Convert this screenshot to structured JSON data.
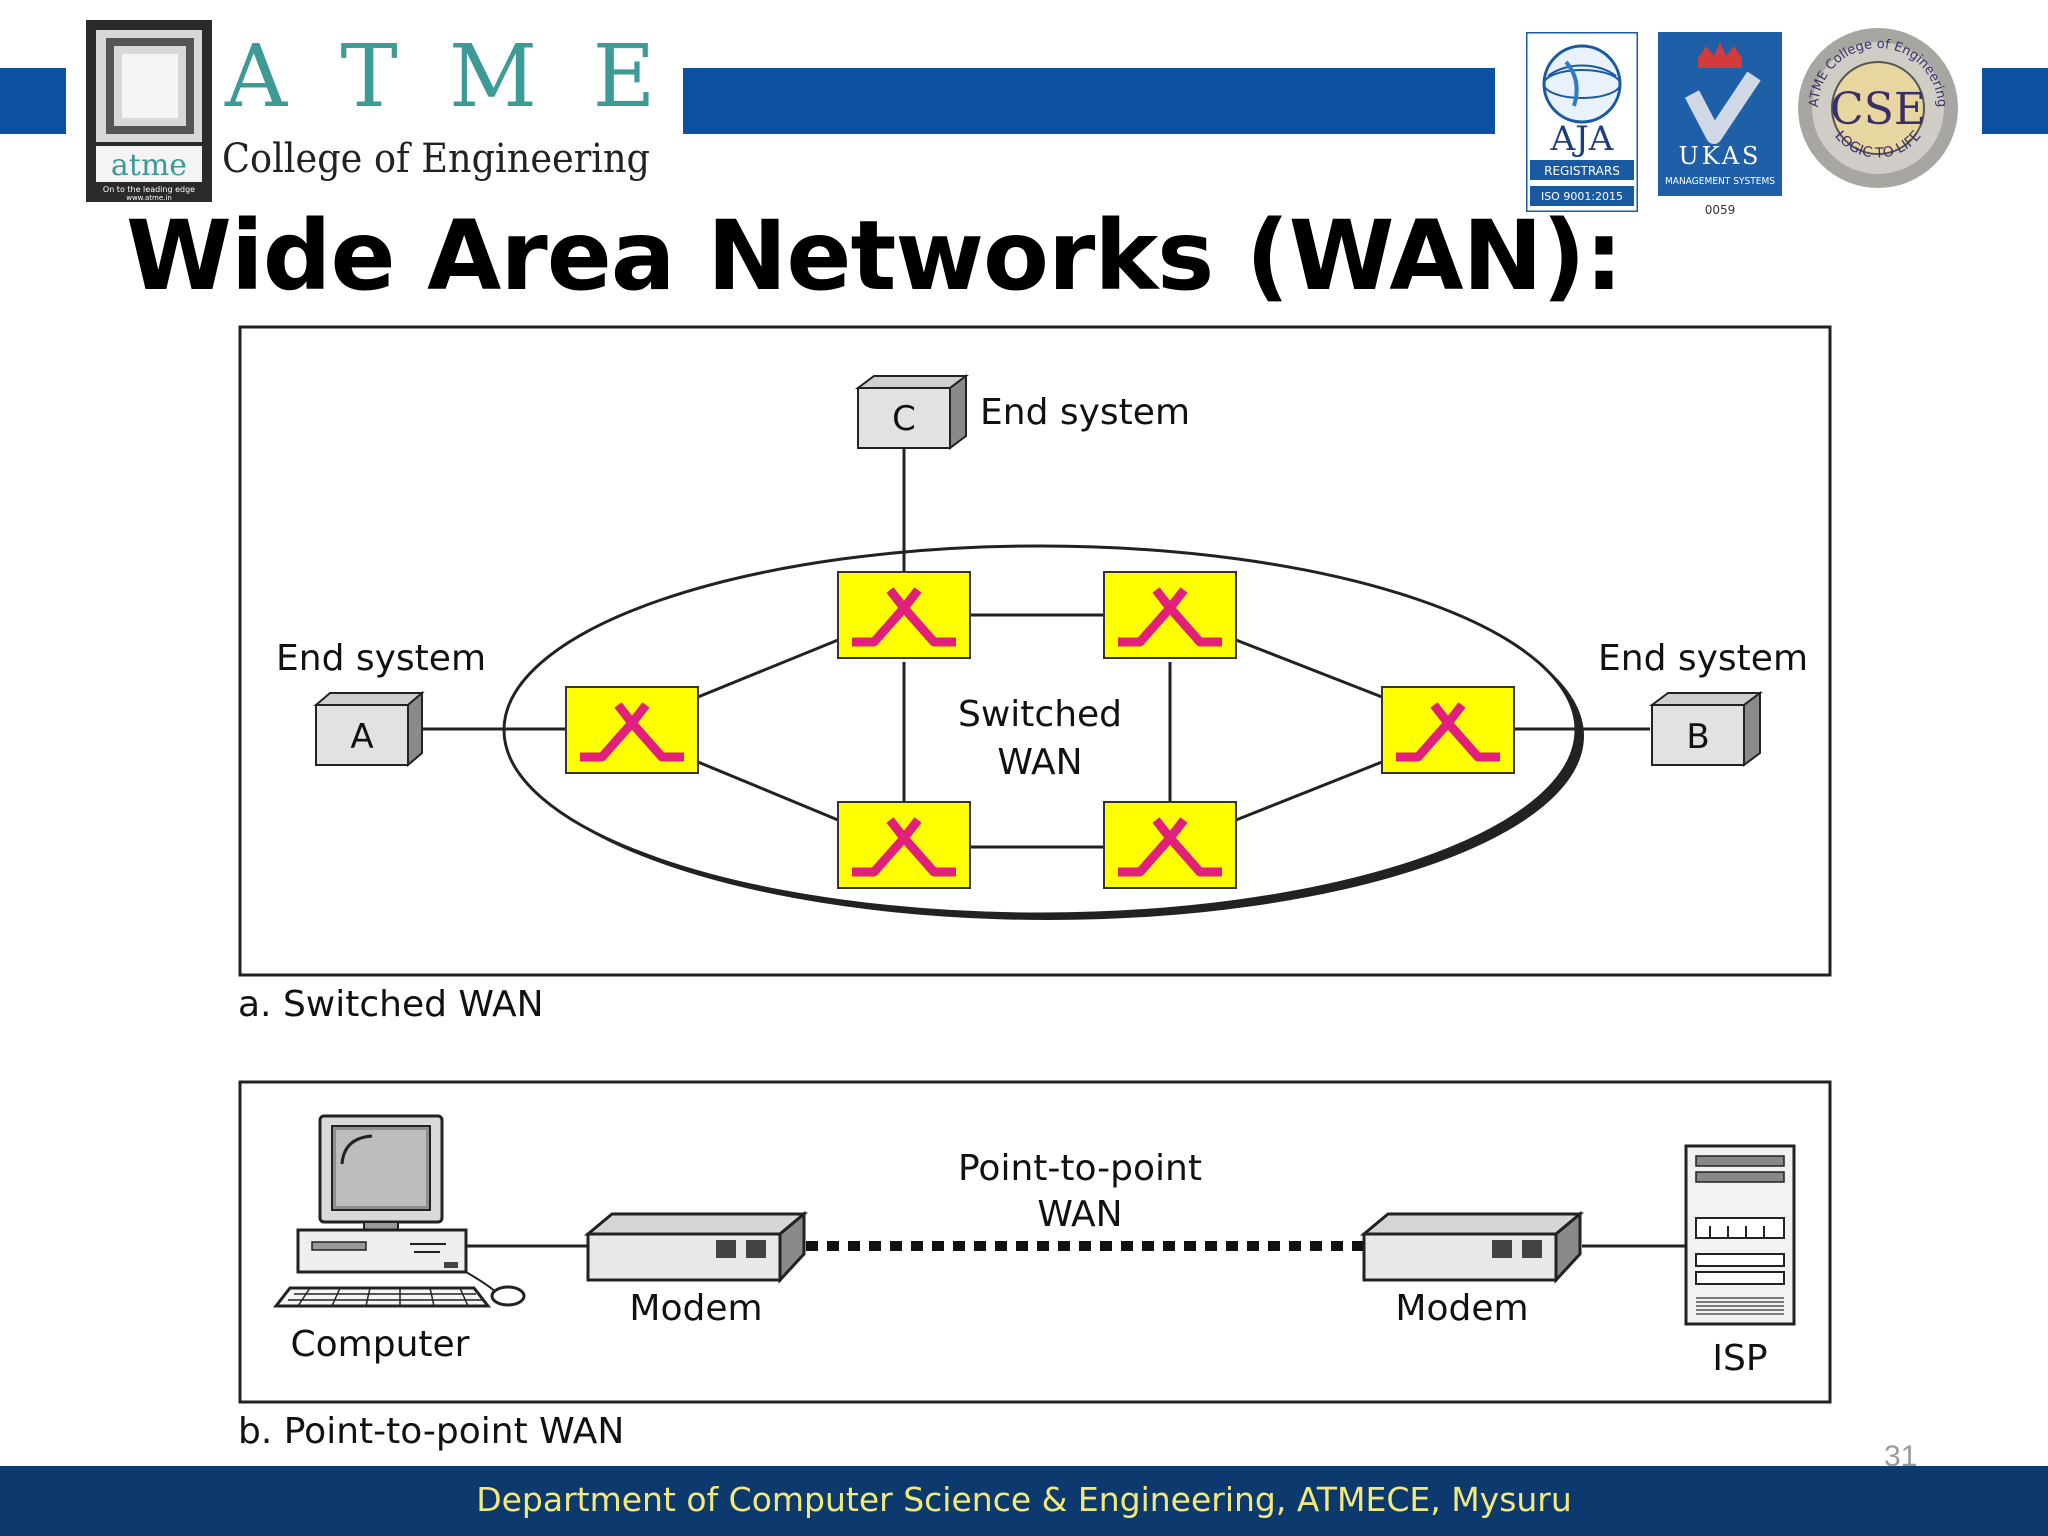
{
  "header": {
    "college_letters": [
      "A",
      "T",
      "M",
      "E"
    ],
    "college_name": "College of Engineering",
    "logo_badge_text": "atme",
    "logo_tagline": "On to the leading edge",
    "logo_url_text": "www.atme.in",
    "cert1_name": "AJA",
    "cert1_sub": "REGISTRARS",
    "cert1_iso": "ISO 9001:2015",
    "cert2_name": "UKAS",
    "cert2_sub": "MANAGEMENT SYSTEMS",
    "cert2_code": "0059",
    "cert3_center": "CSE",
    "cert3_top": "ATME College of Engineering",
    "cert3_bottom": "LOGIC TO LIFE"
  },
  "slide": {
    "title": "Wide Area Networks (WAN):",
    "number": "31",
    "footer": "Department of Computer Science & Engineering, ATMECE, Mysuru"
  },
  "diagram_a": {
    "caption": "a. Switched WAN",
    "end_system_label": "End system",
    "node_c": "C",
    "node_a": "A",
    "node_b": "B",
    "center_label_line1": "Switched",
    "center_label_line2": "WAN"
  },
  "diagram_b": {
    "caption": "b. Point-to-point WAN",
    "link_label_line1": "Point-to-point",
    "link_label_line2": "WAN",
    "computer_label": "Computer",
    "modem_label": "Modem",
    "isp_label": "ISP"
  },
  "colors": {
    "brand_blue": "#0b50a3",
    "footer_bg": "#0d3a6e",
    "footer_text": "#f3e97a",
    "switch_fill": "#ffff00",
    "switch_symbol": "#e0207a",
    "logo_teal": "#3d9a97"
  },
  "icons": [
    "switch-icon",
    "computer-icon",
    "modem-icon",
    "isp-server-icon"
  ]
}
